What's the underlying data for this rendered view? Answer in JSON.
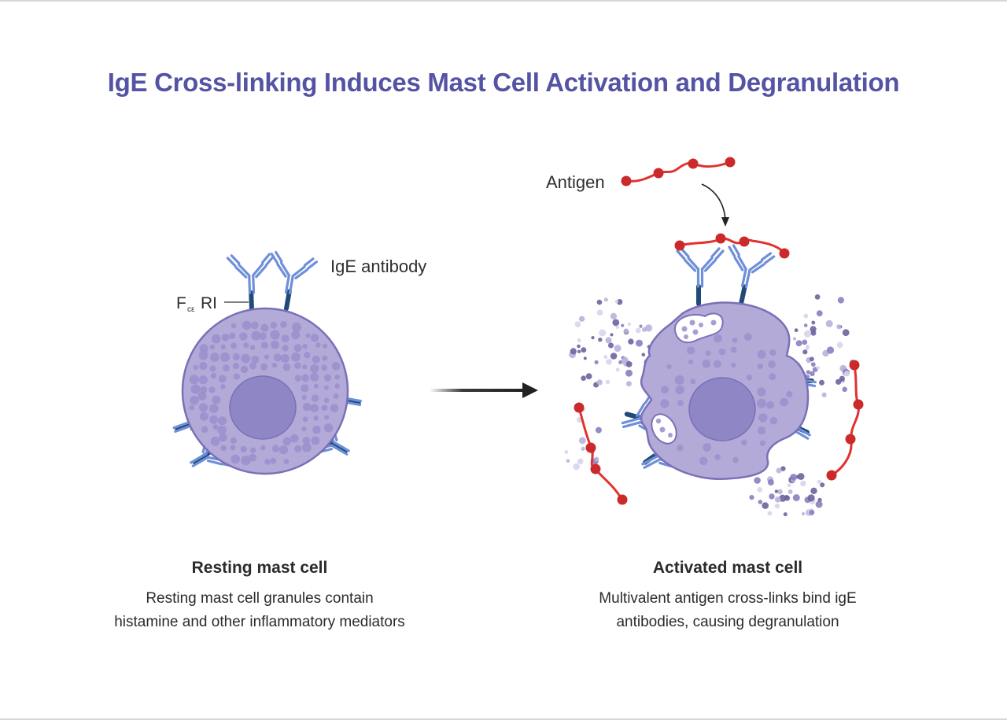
{
  "title": "IgE Cross-linking Induces Mast Cell Activation and Degranulation",
  "labels": {
    "ige_antibody": "IgE antibody",
    "fceri_main": "F",
    "fceri_sub": "cε",
    "fceri_tail": "RI",
    "antigen": "Antigen"
  },
  "panels": [
    {
      "heading": "Resting mast cell",
      "description_lines": [
        "Resting mast cell granules contain",
        "histamine and other inflammatory mediators"
      ]
    },
    {
      "heading": "Activated mast cell",
      "description_lines": [
        "Multivalent antigen cross-links bind igE",
        "antibodies, causing degranulation"
      ]
    }
  ],
  "colors": {
    "title": "#5553a3",
    "cell_fill": "#b3aad8",
    "cell_stroke": "#7a70b8",
    "granule": "#9a8fcc",
    "nucleus": "#8f86c6",
    "antibody": "#6f8fd8",
    "receptor": "#1f4a7a",
    "antigen": "#e0322f",
    "antigen_bead": "#cc2a2a",
    "arrow": "#222222"
  }
}
